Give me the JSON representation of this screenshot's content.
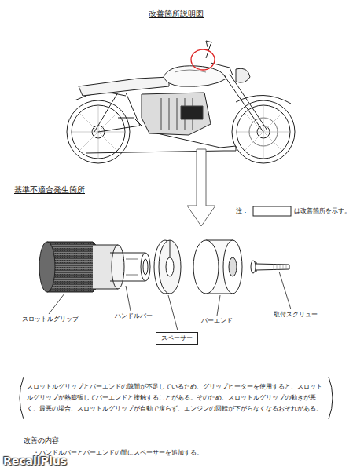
{
  "diagram": {
    "title": "改善箇所説明図",
    "nodes": [
      {
        "text": [
          "スペーサー"
        ]
      },
      {
        "text": [
          "スロットルグリップとバーエンドの隙間が不足しているため、グリップヒーターを使用すると、スロットルグリップが熱膨張してバーエンドと接触することがある。そのため、スロットルグリップの動きが悪く、最悪の場合、スロットルグリップが自動で戻らず、エンジンの回転が下がらなくなるおそれがある。"
        ]
      }
    ],
    "edges": [],
    "labels": [
      "基準不適合発生箇所",
      "注：",
      "は改善箇所を示す。",
      "スロットルグリップ",
      "ハンドルバー",
      "バーエンド",
      "取付スクリュー",
      "改善の内容",
      "・ハンドルバーとバーエンドの間にスペーサーを追加する。",
      "RecallPlus"
    ]
  }
}
